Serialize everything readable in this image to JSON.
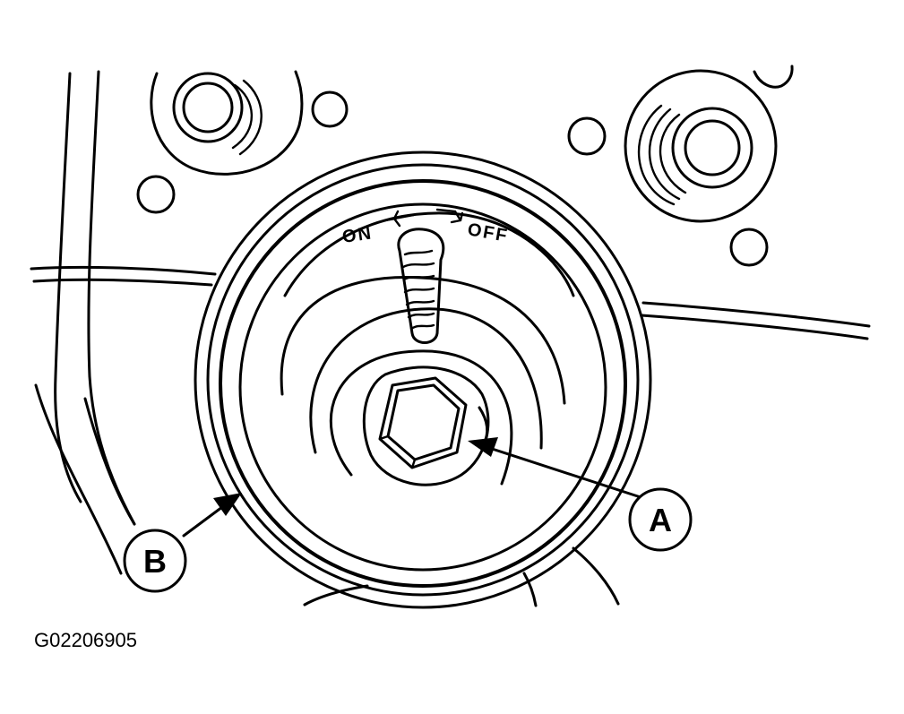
{
  "diagram": {
    "dial": {
      "on_label": "ON",
      "off_label": "OFF"
    },
    "callouts": [
      {
        "id": "a",
        "label": "A"
      },
      {
        "id": "b",
        "label": "B"
      }
    ],
    "figure_id": "G02206905"
  }
}
